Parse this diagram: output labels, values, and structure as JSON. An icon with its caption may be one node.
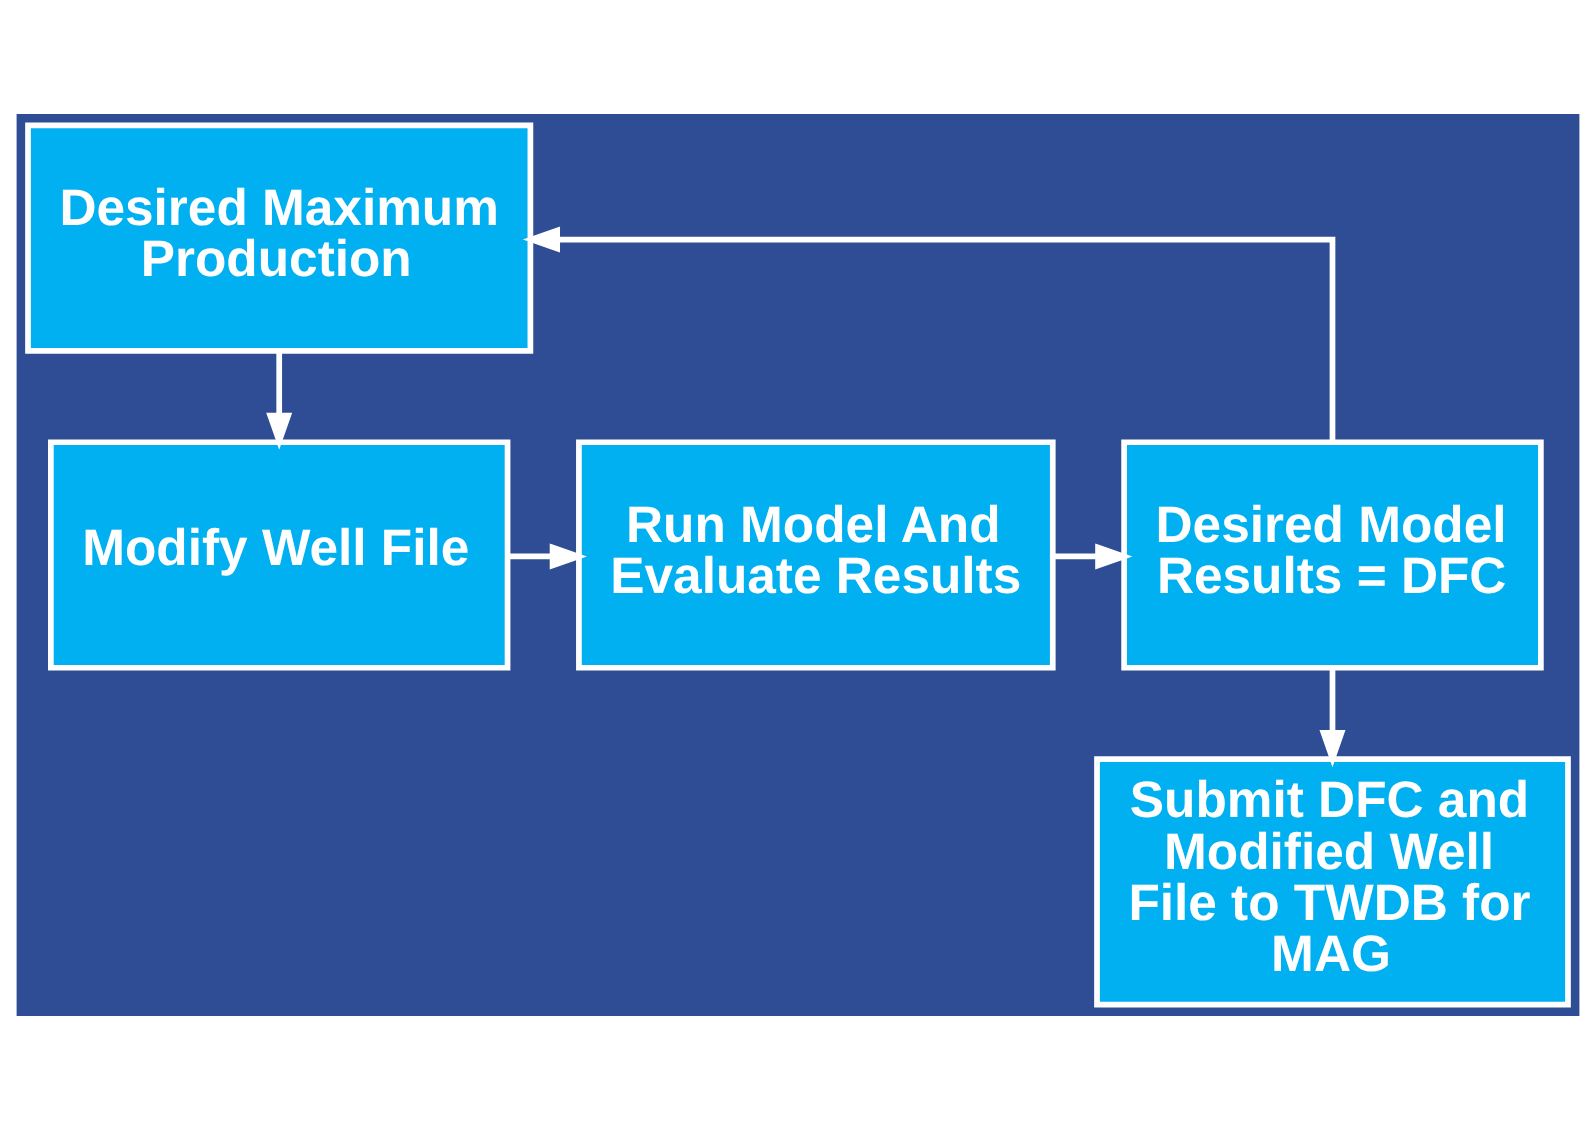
{
  "diagram": {
    "nodes": [
      {
        "text": [
          "Desired Maximum Production"
        ]
      },
      {
        "text": [
          "Modify Well File"
        ]
      },
      {
        "text": [
          "Run Model And Evaluate Results"
        ]
      },
      {
        "text": [
          "Desired Model Results = DFC"
        ]
      },
      {
        "text": [
          "Submit DFC and Modified Well File to TWDB for MAG"
        ]
      }
    ],
    "edges": [
      {
        "from": 0,
        "to": 1,
        "arrow": "to"
      },
      {
        "from": 1,
        "to": 2,
        "arrow": "to"
      },
      {
        "from": 2,
        "to": 3,
        "arrow": "to"
      },
      {
        "from": 3,
        "to": 4,
        "arrow": "to"
      },
      {
        "from": 3,
        "to": 0,
        "arrow": "to"
      }
    ]
  }
}
